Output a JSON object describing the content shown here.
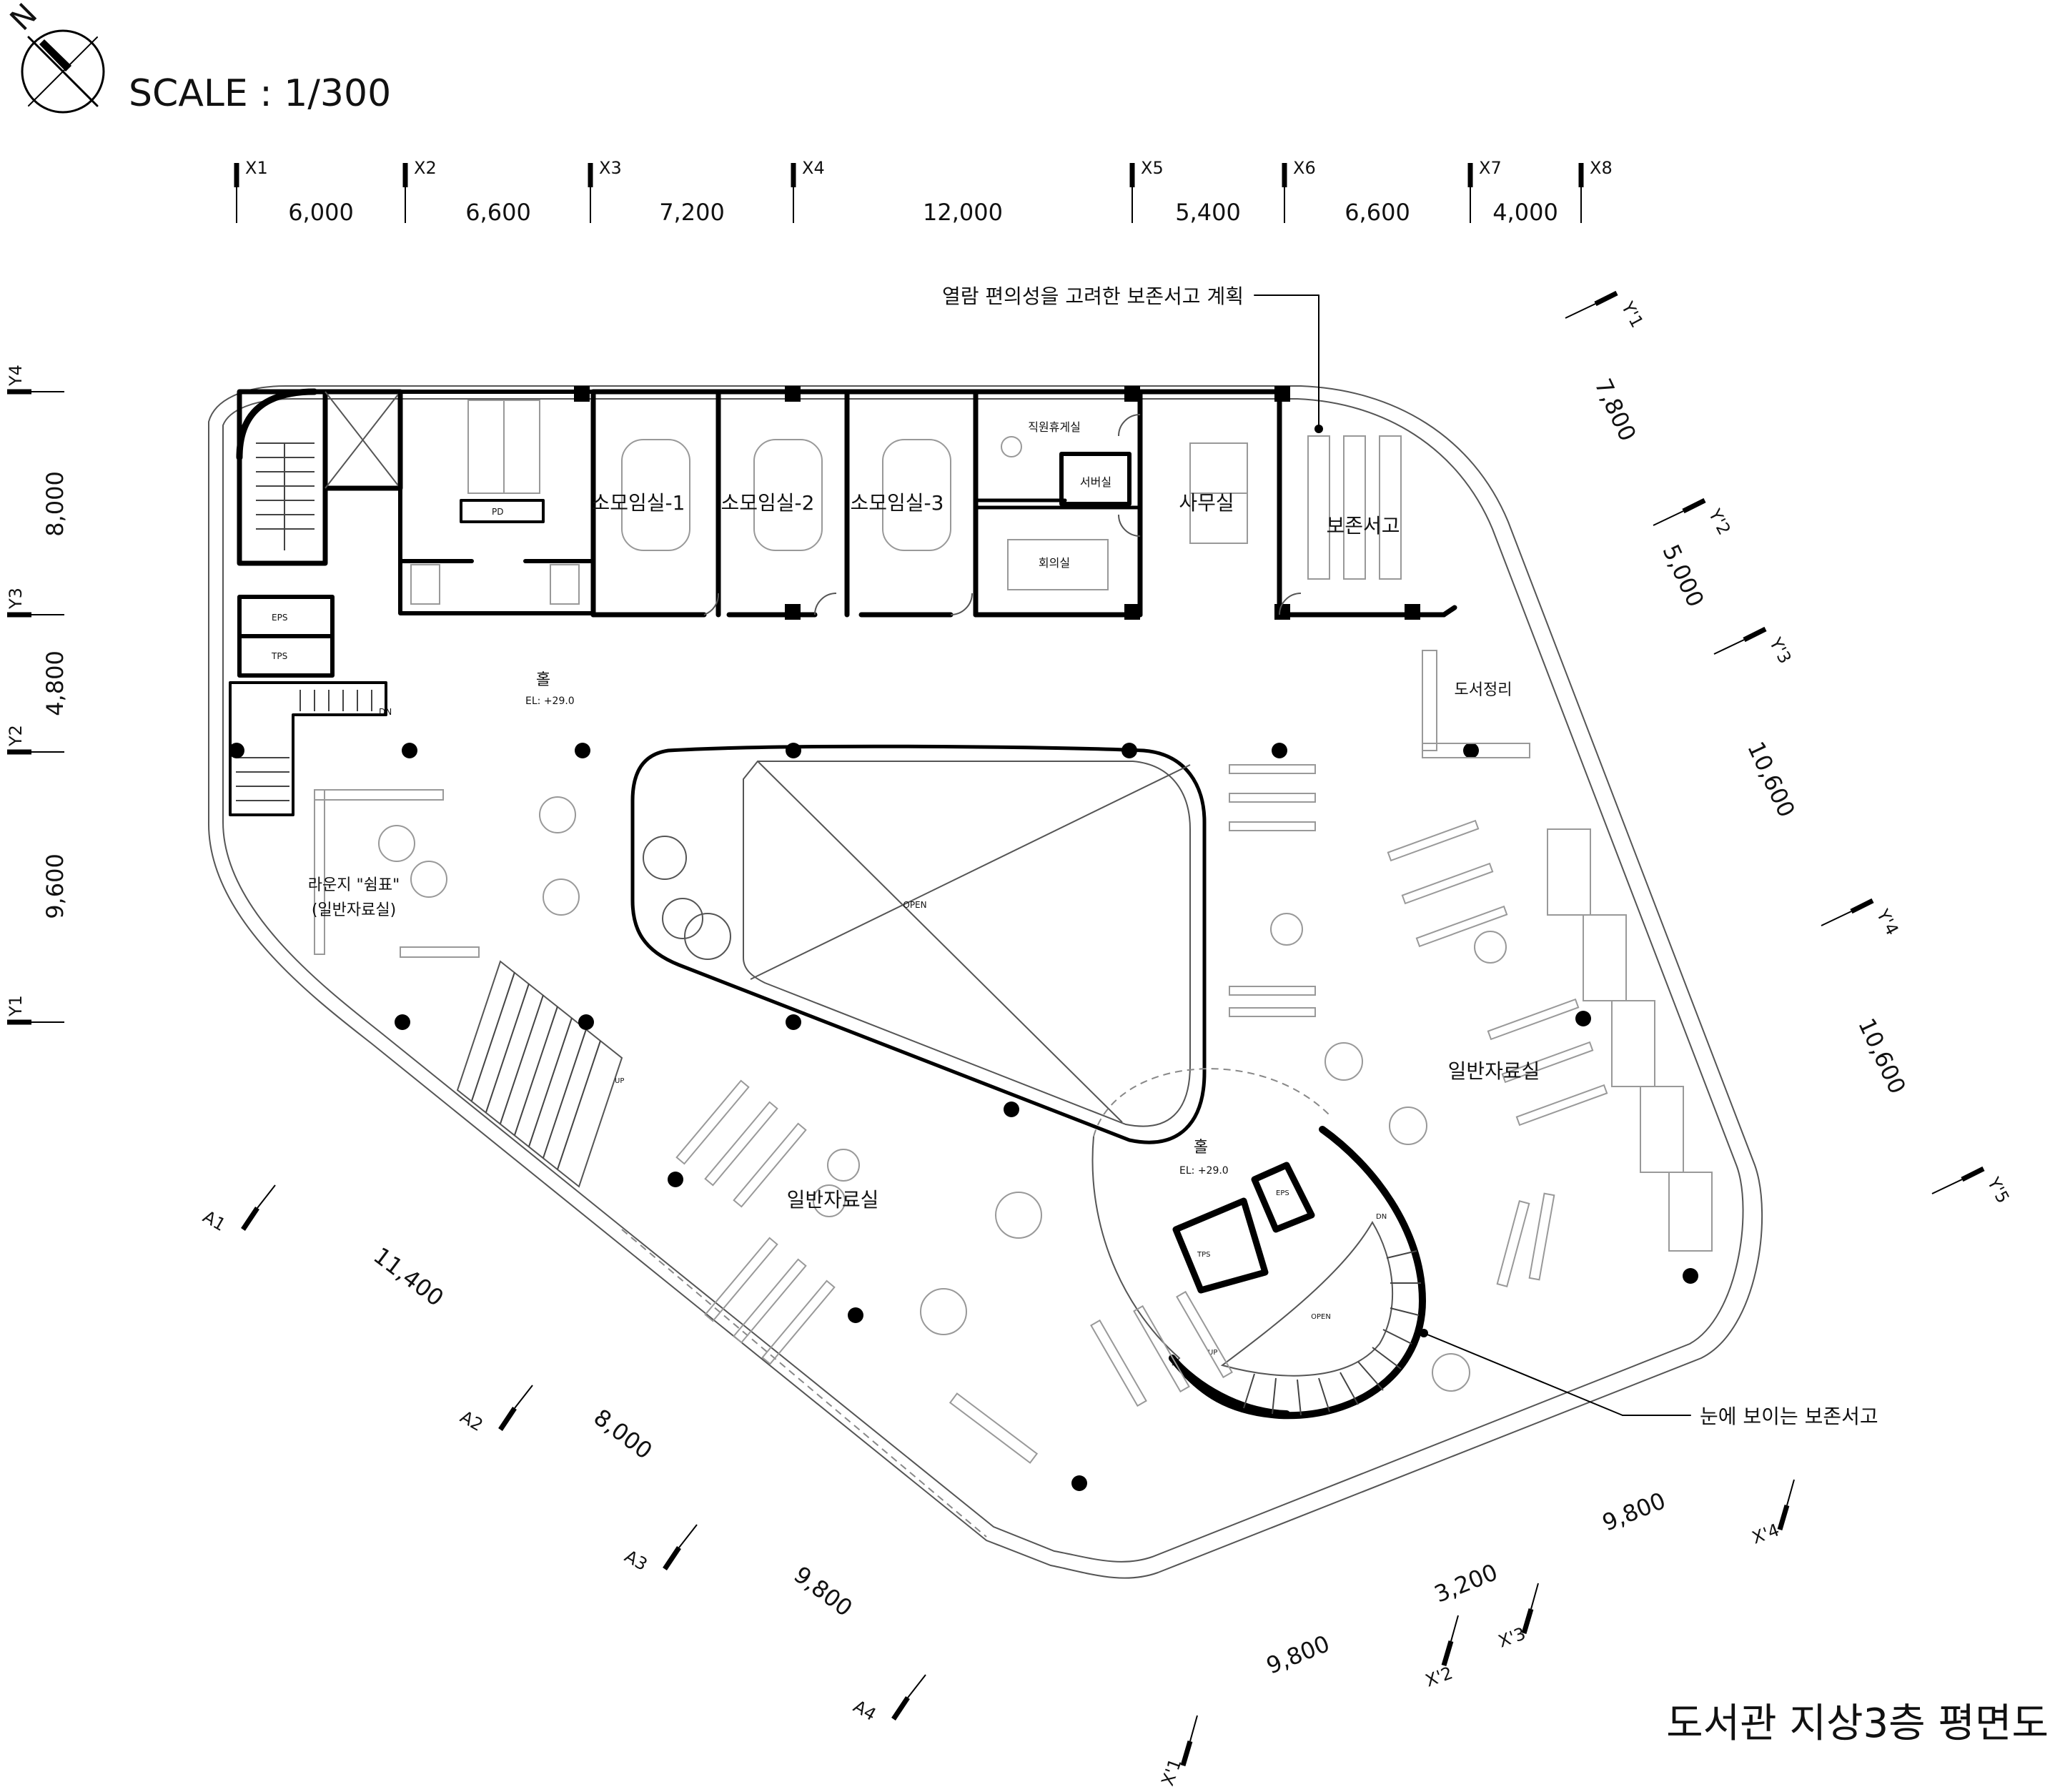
{
  "title": "도서관 지상3층 평면도",
  "scale_label": "SCALE : 1/300",
  "north_label": "N",
  "grid_x": {
    "labels": [
      "X1",
      "X2",
      "X3",
      "X4",
      "X5",
      "X6",
      "X7",
      "X8"
    ],
    "dims": [
      "6,000",
      "6,600",
      "7,200",
      "12,000",
      "5,400",
      "6,600",
      "4,000"
    ]
  },
  "grid_y": {
    "labels": [
      "Y4",
      "Y3",
      "Y2",
      "Y1"
    ],
    "dims": [
      "8,000",
      "4,800",
      "9,600"
    ]
  },
  "grid_y_prime": {
    "labels": [
      "Y'1",
      "Y'2",
      "Y'3",
      "Y'4",
      "Y'5"
    ],
    "dims": [
      "7,800",
      "5,000",
      "10,600",
      "10,600"
    ]
  },
  "grid_a": {
    "labels": [
      "A1",
      "A2",
      "A3",
      "A4"
    ],
    "dims": [
      "11,400",
      "8,000",
      "9,800"
    ]
  },
  "grid_x_prime": {
    "labels": [
      "X'1",
      "X'2",
      "X'3",
      "X'4"
    ],
    "dims": [
      "9,800",
      "3,200",
      "9,800"
    ]
  },
  "rooms": {
    "small1": "소모임실-1",
    "small2": "소모임실-2",
    "small3": "소모임실-3",
    "staff_lounge": "직원휴게실",
    "secretary": "서버실",
    "meeting": "회의실",
    "office": "사무실",
    "storage": "보존서고",
    "sorting": "도서정리",
    "hall_top": "홀",
    "hall_top_el": "EL: +29.0",
    "lounge_line1": "라운지 \"쉼표\"",
    "lounge_line2": "(일반자료실)",
    "general_left": "일반자료실",
    "general_right": "일반자료실",
    "hall_core": "홀",
    "hall_core_el": "EL: +29.0",
    "open_void": "OPEN",
    "open_stair": "OPEN",
    "eps": "EPS",
    "tps": "TPS",
    "eps_core": "EPS",
    "tps_core": "TPS",
    "pd": "PD",
    "dn": "DN",
    "up": "UP"
  },
  "callouts": {
    "storage_plan": "열람 편의성을 고려한 보존서고 계획",
    "visible_storage": "눈에 보이는 보존서고"
  }
}
